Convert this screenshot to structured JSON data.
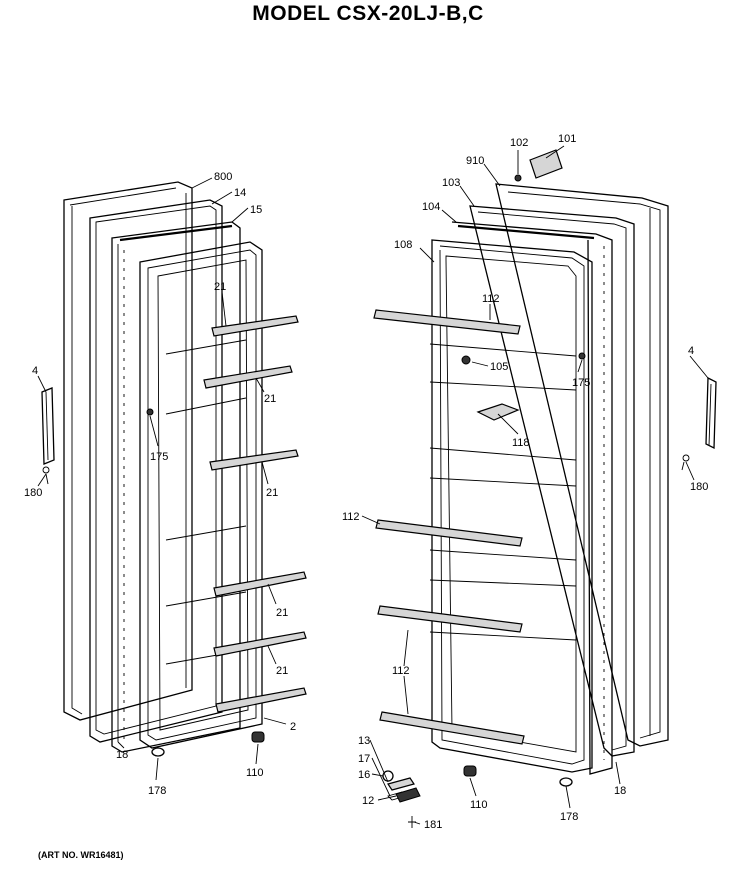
{
  "title": "MODEL CSX-20LJ-B,C",
  "art_number": "(ART NO. WR16481)",
  "callouts": {
    "c800": "800",
    "c14": "14",
    "c15": "15",
    "c21a": "21",
    "c21b": "21",
    "c21c": "21",
    "c21d": "21",
    "c21e": "21",
    "c4_left": "4",
    "c180_left": "180",
    "c175_left": "175",
    "c2": "2",
    "c110_left": "110",
    "c178_left": "178",
    "c18_left": "18",
    "c102": "102",
    "c101": "101",
    "c910": "910",
    "c103": "103",
    "c104": "104",
    "c108": "108",
    "c112a": "112",
    "c105": "105",
    "c175_right": "175",
    "c118": "118",
    "c112b": "112",
    "c112c": "112",
    "c4_right": "4",
    "c180_right": "180",
    "c13": "13",
    "c17": "17",
    "c16": "16",
    "c12": "12",
    "c110_right": "110",
    "c181": "181",
    "c178_right": "178",
    "c18_right": "18"
  }
}
